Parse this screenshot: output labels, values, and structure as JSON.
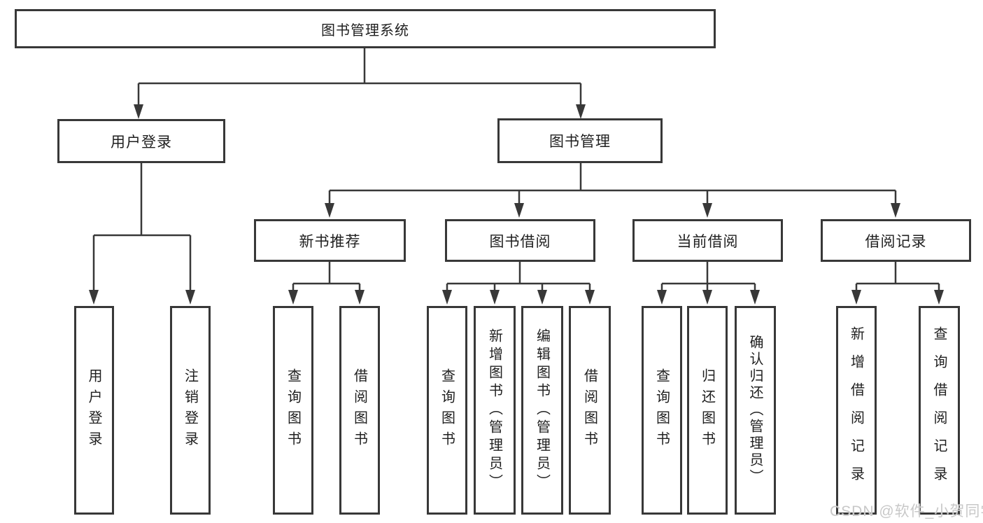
{
  "tree": {
    "label": "图书管理系统",
    "children": [
      {
        "label": "用户登录",
        "children": [
          {
            "label": "用户登录"
          },
          {
            "label": "注销登录"
          }
        ]
      },
      {
        "label": "图书管理",
        "children": [
          {
            "label": "新书推荐",
            "children": [
              {
                "label": "查询图书"
              },
              {
                "label": "借阅图书"
              }
            ]
          },
          {
            "label": "图书借阅",
            "children": [
              {
                "label": "查询图书"
              },
              {
                "label": "新增图书（管理员）"
              },
              {
                "label": "编辑图书（管理员）"
              },
              {
                "label": "借阅图书"
              }
            ]
          },
          {
            "label": "当前借阅",
            "children": [
              {
                "label": "查询图书"
              },
              {
                "label": "归还图书"
              },
              {
                "label": "确认归还（管理员）"
              }
            ]
          },
          {
            "label": "借阅记录",
            "children": [
              {
                "label": "新增借阅记录"
              },
              {
                "label": "查询借阅记录"
              }
            ]
          }
        ]
      }
    ]
  },
  "colors": {
    "line": "#383838",
    "text": "#1f1f1f",
    "background": "#ffffff",
    "watermark": "#c8c8c8"
  },
  "watermark": {
    "text": "CSDN @软件_小贺同学"
  }
}
